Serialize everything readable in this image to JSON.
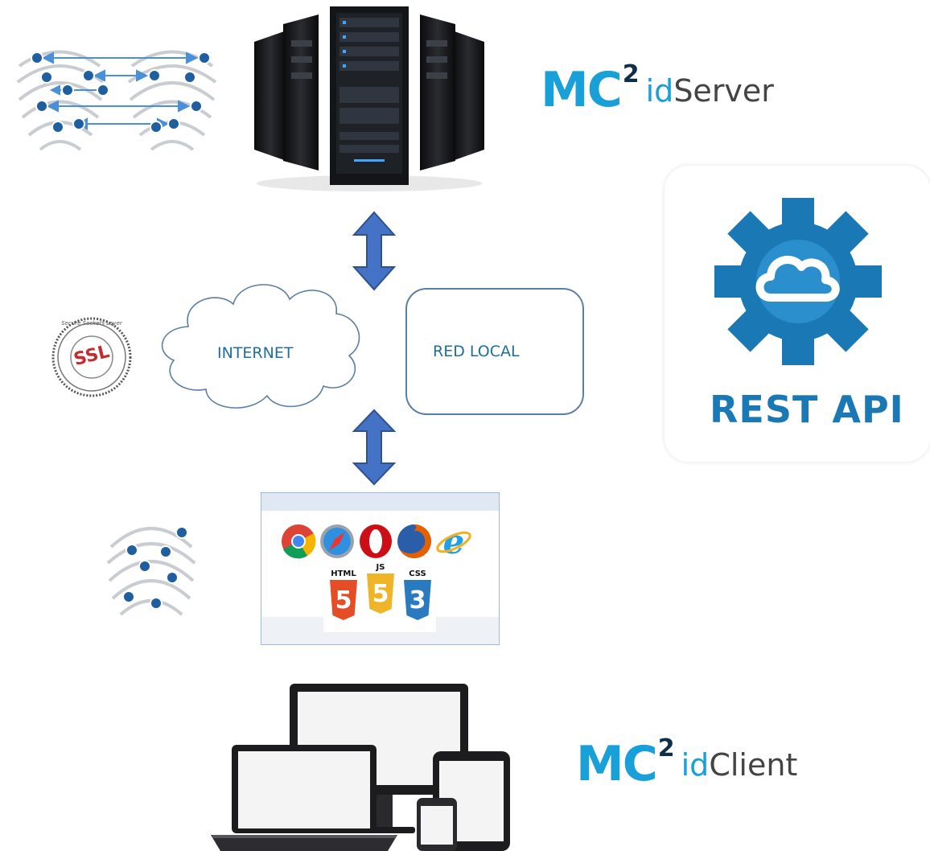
{
  "server_brand": {
    "mc": "MC",
    "sup": "2",
    "prefix": "id",
    "suffix": "Server"
  },
  "client_brand": {
    "mc": "MC",
    "sup": "2",
    "prefix": "id",
    "suffix": "Client"
  },
  "internet_label": "INTERNET",
  "red_local_label": "RED LOCAL",
  "rest_api_label": "REST API",
  "ssl_seal": {
    "center": "SSL",
    "ring": "Secure Sockets Layer"
  },
  "browser_icons": [
    "chrome",
    "safari",
    "opera",
    "firefox",
    "internet-explorer"
  ],
  "tech_badges": [
    {
      "label": "HTML",
      "number": "5",
      "color": "#e44d26"
    },
    {
      "label": "JS",
      "number": "5",
      "color": "#f0b429"
    },
    {
      "label": "CSS",
      "number": "3",
      "color": "#2a7ac2"
    }
  ],
  "colors": {
    "brand_blue": "#1aa0d8",
    "brand_dark": "#0d2f4a",
    "arrow_blue": "#4472c4",
    "rest_blue": "#1a79b4"
  }
}
